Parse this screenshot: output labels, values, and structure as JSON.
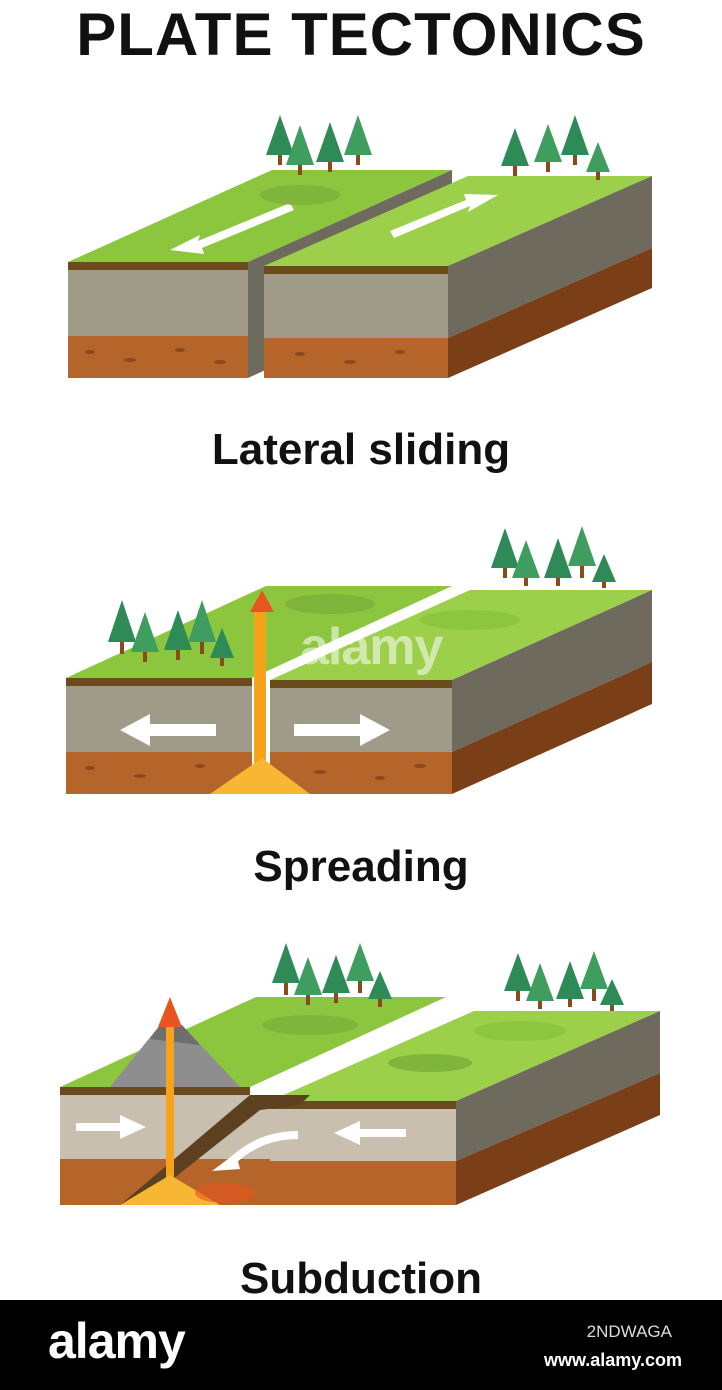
{
  "title": "PLATE TECTONICS",
  "panels": [
    {
      "caption": "Lateral sliding"
    },
    {
      "caption": "Spreading"
    },
    {
      "caption": "Subduction"
    }
  ],
  "watermark": "alamy",
  "footer": {
    "logo": "alamy",
    "image_code": "2NDWAGA",
    "site": "www.alamy.com"
  },
  "colors": {
    "grass": "#8cc63f",
    "grass_dark": "#5fa033",
    "crust_front": "#a09a88",
    "crust_side": "#6f6a5e",
    "mantle_front": "#b5642a",
    "mantle_side": "#7a3f17",
    "lava": "#f7a21b",
    "tree": "#2e8b57",
    "trunk": "#8b4a1c"
  },
  "icons": [
    "tree-icon",
    "arrow-left-icon",
    "arrow-right-icon",
    "volcano-icon",
    "lava-stream-icon"
  ]
}
